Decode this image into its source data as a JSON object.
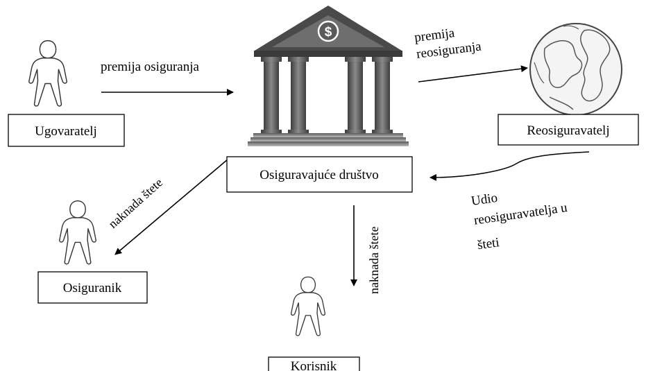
{
  "parties": {
    "ugovaratelj": "Ugovaratelj",
    "osiguravajuce_drustvo": "Osiguravajuće društvo",
    "reosiguravatelj": "Reosiguravatelj",
    "osiguranik": "Osiguranik",
    "korisnik": "Korisnik"
  },
  "flows": {
    "premija_osiguranja": "premija osiguranja",
    "premija_reosiguranja_line1": "premija",
    "premija_reosiguranja_line2": "reosiguranja",
    "udio_line1": "Udio",
    "udio_line2": "reosiguravatelja u",
    "udio_line3": "šteti",
    "naknada_osiguranik": "naknada štete",
    "naknada_korisnik": "naknada štete"
  },
  "icons": {
    "bank": "bank-building-icon",
    "globe": "globe-icon",
    "person": "person-outline-icon",
    "dollar": "dollar-icon"
  }
}
